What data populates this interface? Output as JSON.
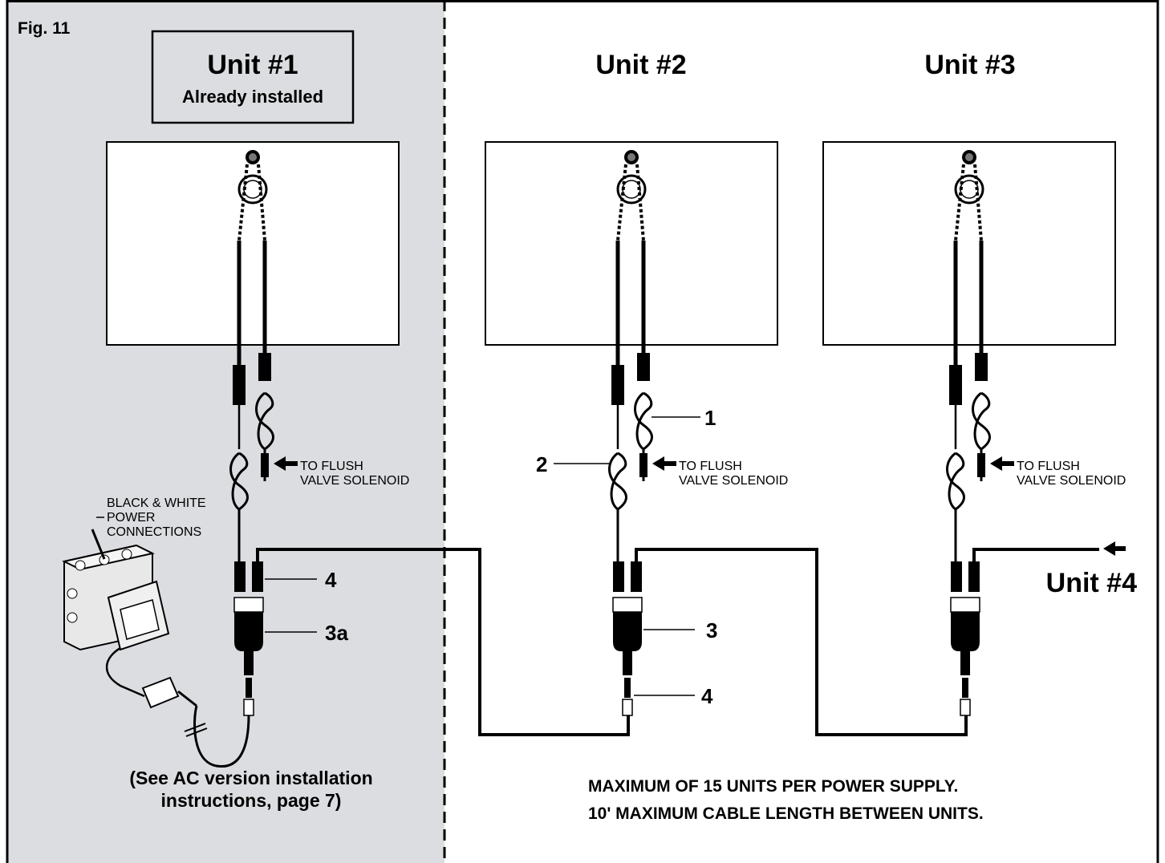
{
  "figure_label": "Fig. 11",
  "units": [
    {
      "title": "Unit #1",
      "subtitle": "Already installed"
    },
    {
      "title": "Unit #2"
    },
    {
      "title": "Unit #3"
    },
    {
      "title": "Unit #4"
    }
  ],
  "callouts": {
    "c1": "1",
    "c2": "2",
    "c3": "3",
    "c3a": "3a",
    "c4_top": "4",
    "c4_bottom": "4"
  },
  "solenoid_label": {
    "line1": "TO FLUSH",
    "line2": "VALVE SOLENOID"
  },
  "power_label": {
    "line1": "BLACK & WHITE",
    "line2": "POWER",
    "line3": "CONNECTIONS"
  },
  "ac_note": {
    "line1": "(See AC version installation",
    "line2": "instructions, page 7)"
  },
  "notes": {
    "line1": "MAXIMUM OF 15 UNITS PER POWER SUPPLY.",
    "line2": "10' MAXIMUM CABLE LENGTH BETWEEN UNITS."
  },
  "colors": {
    "shaded_panel": "#dcdde0",
    "ink": "#000000"
  }
}
